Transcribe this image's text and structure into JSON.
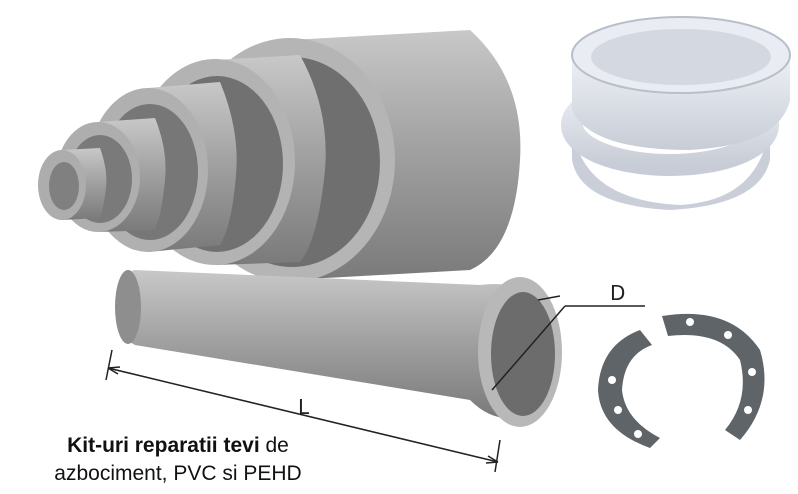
{
  "caption": {
    "bold": "Kit-uri reparatii tevi",
    "normal_line1": " de",
    "line2": "azbociment, PVC si PEHD"
  },
  "dimensions": {
    "length_label": "L",
    "diameter_label": "D"
  },
  "colors": {
    "pipe": "#9a9a9a",
    "pipe_dark": "#6e6e6e",
    "ring": "#dfe3ea",
    "flange": "#5f6468"
  }
}
